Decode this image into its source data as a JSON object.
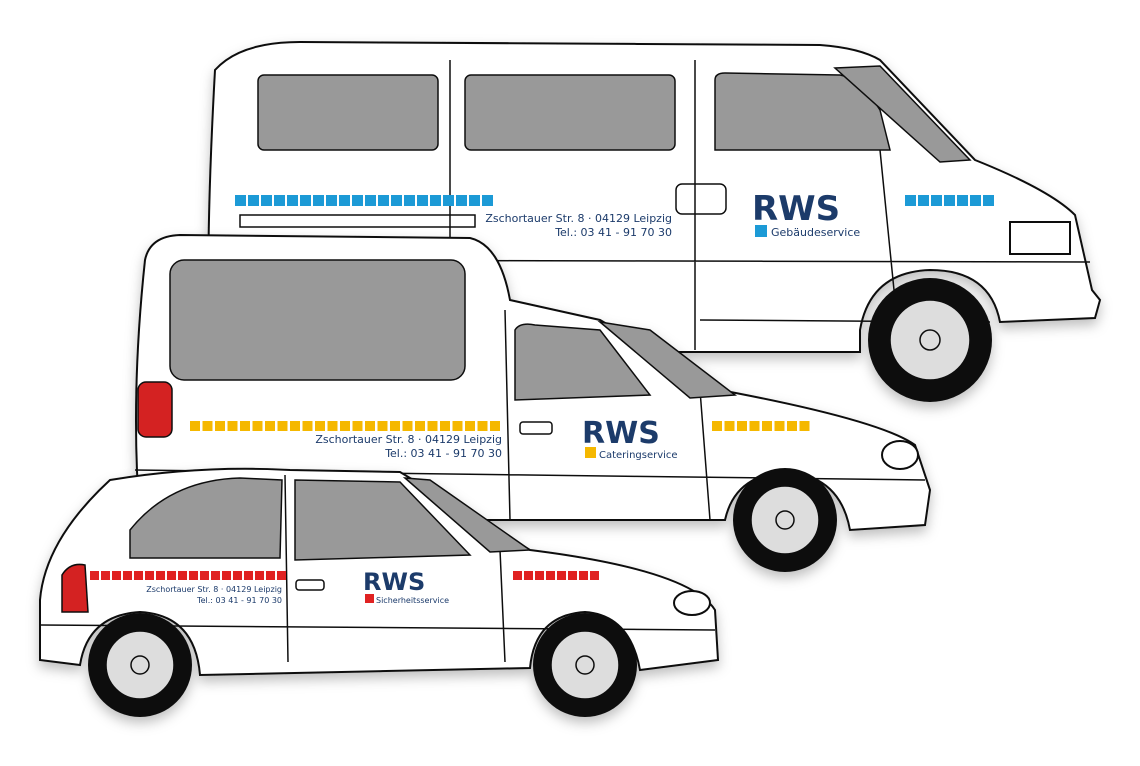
{
  "vehicles": [
    {
      "type": "van",
      "brand": "RWS",
      "service": "Gebäudeservice",
      "address": "Zschortauer Str. 8 · 04129 Leipzig",
      "phone": "Tel.: 03 41 - 91 70 30",
      "accent": "#1a9ad6"
    },
    {
      "type": "caddy",
      "brand": "RWS",
      "service": "Cateringservice",
      "address": "Zschortauer Str. 8 · 04129 Leipzig",
      "phone": "Tel.: 03 41 - 91 70 30",
      "accent": "#f5b800"
    },
    {
      "type": "hatchback",
      "brand": "RWS",
      "service": "Sicherheitsservice",
      "address": "Zschortauer Str. 8 · 04129 Leipzig",
      "phone": "Tel.: 03 41 - 91 70 30",
      "accent": "#e02020"
    }
  ],
  "colors": {
    "logo": "#1b3a6b",
    "glass": "#999999",
    "taillight": "#d42020"
  }
}
